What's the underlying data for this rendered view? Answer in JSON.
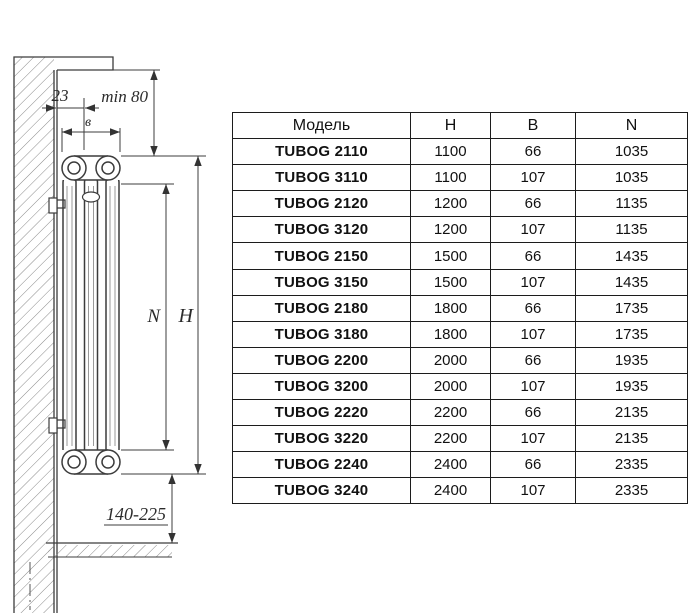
{
  "diagram": {
    "offset_label": "23",
    "min_clearance_label": "min 80",
    "depth_label": "в",
    "axis_distance_label": "N",
    "height_label": "H",
    "floor_clearance_label": "140-225"
  },
  "table": {
    "headers": [
      "Модель",
      "H",
      "B",
      "N"
    ],
    "rows": [
      [
        "TUBOG 2110",
        "1100",
        "66",
        "1035"
      ],
      [
        "TUBOG 3110",
        "1100",
        "107",
        "1035"
      ],
      [
        "TUBOG 2120",
        "1200",
        "66",
        "1135"
      ],
      [
        "TUBOG 3120",
        "1200",
        "107",
        "1135"
      ],
      [
        "TUBOG 2150",
        "1500",
        "66",
        "1435"
      ],
      [
        "TUBOG 3150",
        "1500",
        "107",
        "1435"
      ],
      [
        "TUBOG 2180",
        "1800",
        "66",
        "1735"
      ],
      [
        "TUBOG 3180",
        "1800",
        "107",
        "1735"
      ],
      [
        "TUBOG 2200",
        "2000",
        "66",
        "1935"
      ],
      [
        "TUBOG 3200",
        "2000",
        "107",
        "1935"
      ],
      [
        "TUBOG 2220",
        "2200",
        "66",
        "2135"
      ],
      [
        "TUBOG 3220",
        "2200",
        "107",
        "2135"
      ],
      [
        "TUBOG 2240",
        "2400",
        "66",
        "2335"
      ],
      [
        "TUBOG 3240",
        "2400",
        "107",
        "2335"
      ]
    ]
  }
}
